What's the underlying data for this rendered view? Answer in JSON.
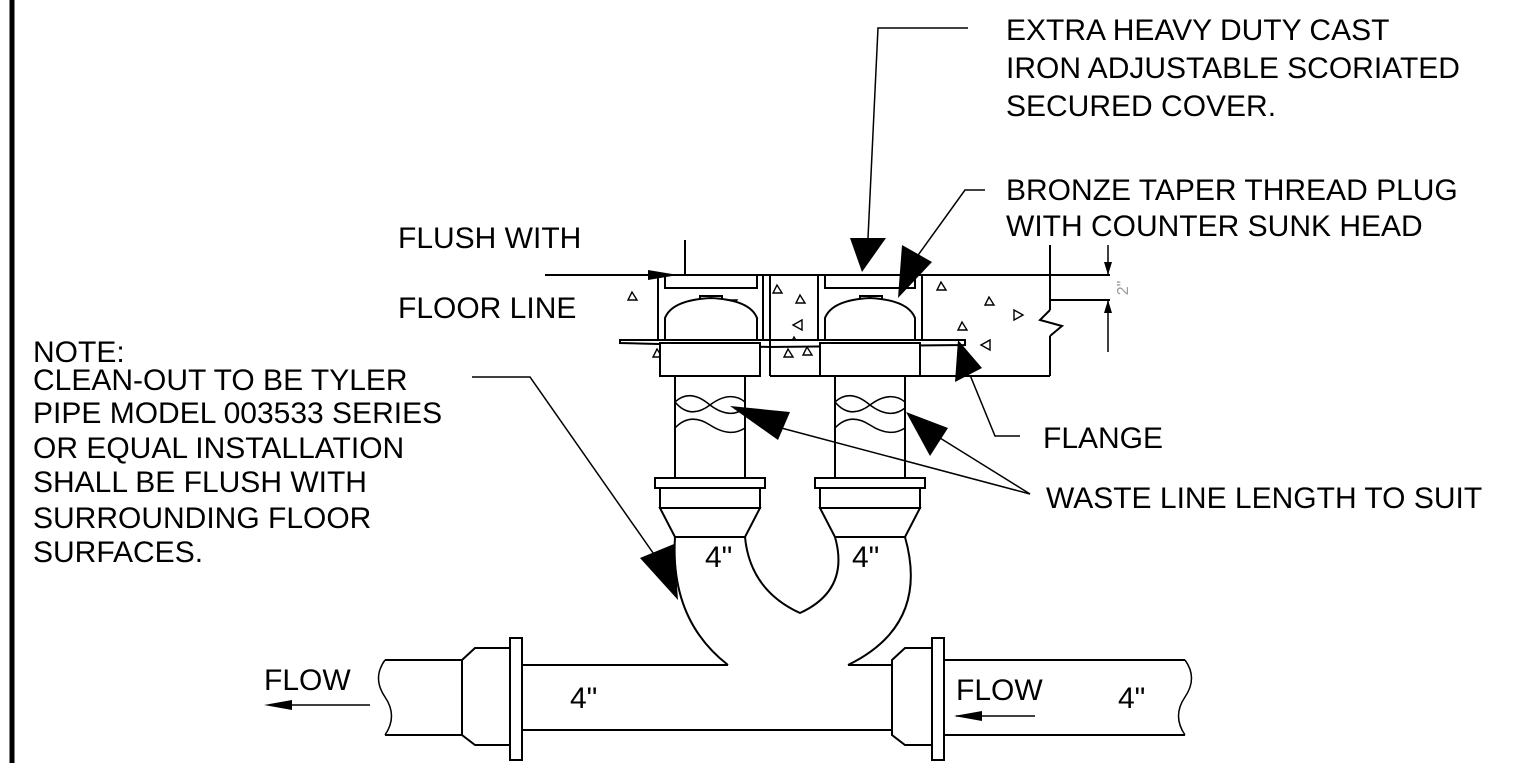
{
  "labels": {
    "cover": [
      "EXTRA HEAVY DUTY CAST",
      "IRON ADJUSTABLE SCORIATED",
      "SECURED COVER."
    ],
    "plug": [
      "BRONZE TAPER THREAD PLUG",
      "WITH COUNTER SUNK HEAD"
    ],
    "flush_1": "FLUSH WITH",
    "flush_2": "FLOOR LINE",
    "flange": "FLANGE",
    "waste": "WASTE LINE LENGTH TO SUIT",
    "note_title": "NOTE:",
    "note": [
      "CLEAN-OUT TO BE TYLER",
      "PIPE MODEL 003533 SERIES",
      "OR EQUAL  INSTALLATION",
      "SHALL BE FLUSH WITH",
      "SURROUNDING FLOOR",
      "SURFACES."
    ],
    "flow_left": "FLOW",
    "flow_right": "FLOW",
    "size_left_branch": "4\"",
    "size_right_branch": "4\"",
    "size_main_left": "4\"",
    "size_main_right": "4\"",
    "dim_slab": "2\""
  }
}
